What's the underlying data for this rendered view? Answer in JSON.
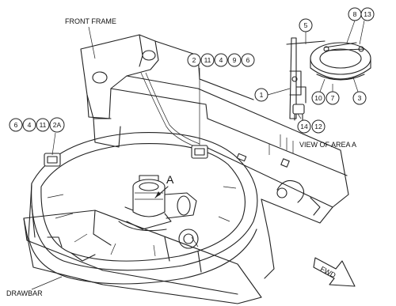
{
  "labels": {
    "front_frame": "FRONT FRAME",
    "view_of_area": "VIEW OF AREA  A",
    "drawbar": "DRAWBAR",
    "fwd": "FWD",
    "area_marker": "A"
  },
  "callout_groups": {
    "top_middle": [
      "2",
      "11",
      "4",
      "9",
      "6"
    ],
    "left": [
      "6",
      "4",
      "11",
      "2A"
    ],
    "detail_top": [
      "5",
      "8",
      "13"
    ],
    "detail_right": [
      "1",
      "10",
      "7",
      "3"
    ],
    "detail_bottom": [
      "14",
      "12"
    ]
  }
}
